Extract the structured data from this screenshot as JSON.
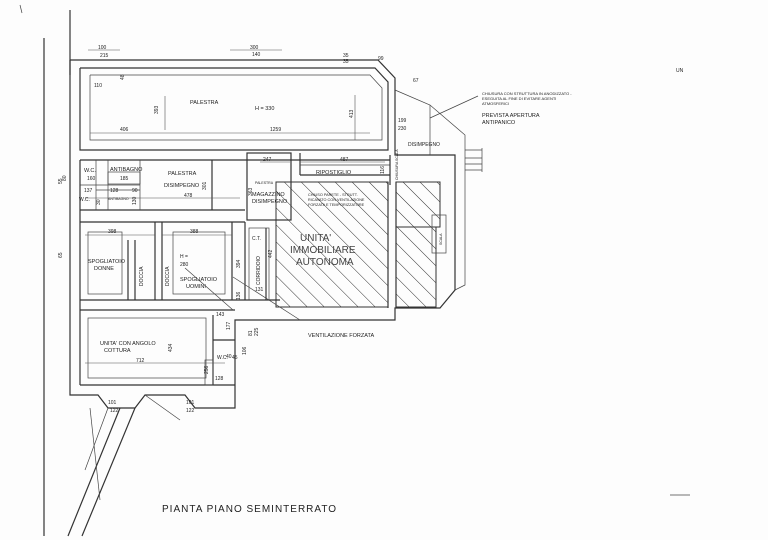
{
  "title": "PIANTA PIANO SEMINTERRATO",
  "rooms": {
    "palestra": "PALESTRA",
    "palestra_h": "H = 330",
    "wc1": "W.C.",
    "antibagno": "ANTIBAGNO",
    "palestra_disimpegno_1": "PALESTRA",
    "palestra_disimpegno_2": "DISIMPEGNO",
    "wc2": "W.C.",
    "antibagno2": "ANTIBAGNO",
    "palestra_small": "PALESTRA",
    "magazzino_1": "MAGAZZINO",
    "magazzino_2": "DISIMPEGNO",
    "ripostiglio": "RIPOSTIGLIO",
    "disimpegno": "DISIMPEGNO",
    "spogliatoio_donne_1": "SPOGLIATOIO",
    "spogliatoio_donne_2": "DONNE",
    "doccia1": "DOCCIA",
    "doccia2": "DOCCIA",
    "h_label": "H =",
    "h_value": "280",
    "spogliatoio_uomini_1": "SPOGLIATOIO",
    "spogliatoio_uomini_2": "UOMINI",
    "ct": "C.T.",
    "corridoio": "CORRIDOIO",
    "unita_autonoma_1": "UNITA'",
    "unita_autonoma_2": "IMMOBILIARE",
    "unita_autonoma_3": "AUTONOMA",
    "unita_cottura_1": "UNITA' CON ANGOLO",
    "unita_cottura_2": "COTTURA",
    "wc3": "W.C.",
    "scala": "SCALA",
    "chiusura_scala": "CHIUSURA SCALA"
  },
  "notes": {
    "chiusura_1": "CHIUSURA CON STRUTTURA IN ANODIZZATO -",
    "chiusura_2": "ESEGUITA AL FINE DI EVITARE AGENTI",
    "chiusura_3": "ATMOSFERICI",
    "apertura_1": "PREVISTA APERTURA",
    "apertura_2": "ANTIPANICO",
    "intervento_1": "CHIUSO PARETE - STRUTT.",
    "intervento_2": "RICAVATO CON VENTILAZIONE",
    "intervento_3": "FORZATA E TEMPORIZZATORE",
    "ventilazione": "VENTILAZIONE FORZATA",
    "corner": "UN"
  },
  "dims": {
    "d100": "100",
    "d215": "215",
    "d300": "300",
    "d140": "140",
    "d35a": "35",
    "d35b": "35",
    "d99": "99",
    "d67": "67",
    "d110": "110",
    "d48": "48",
    "d393": "393",
    "d413": "413",
    "d406": "406",
    "d1259": "1259",
    "d199": "199",
    "d230": "230",
    "d247": "247",
    "d487": "487",
    "d116": "116",
    "d160": "160",
    "d185": "185",
    "d301": "301",
    "d478": "478",
    "d137": "137",
    "d128a": "128",
    "d90": "90",
    "d130": "130",
    "d30": "30",
    "d363": "363",
    "d398": "398",
    "d388": "388",
    "d394": "394",
    "d136": "136",
    "d442": "442",
    "d131": "131",
    "d143": "143",
    "d177": "177",
    "d81": "81",
    "d225": "225",
    "d106": "106",
    "d45": "45",
    "d434": "434",
    "d712": "712",
    "d256": "256",
    "d128b": "128",
    "d101a": "101",
    "d122a": "122",
    "d101b": "101",
    "d122b": "122",
    "d55": "55",
    "d65": "65",
    "d80": "80",
    "d40": "40"
  }
}
